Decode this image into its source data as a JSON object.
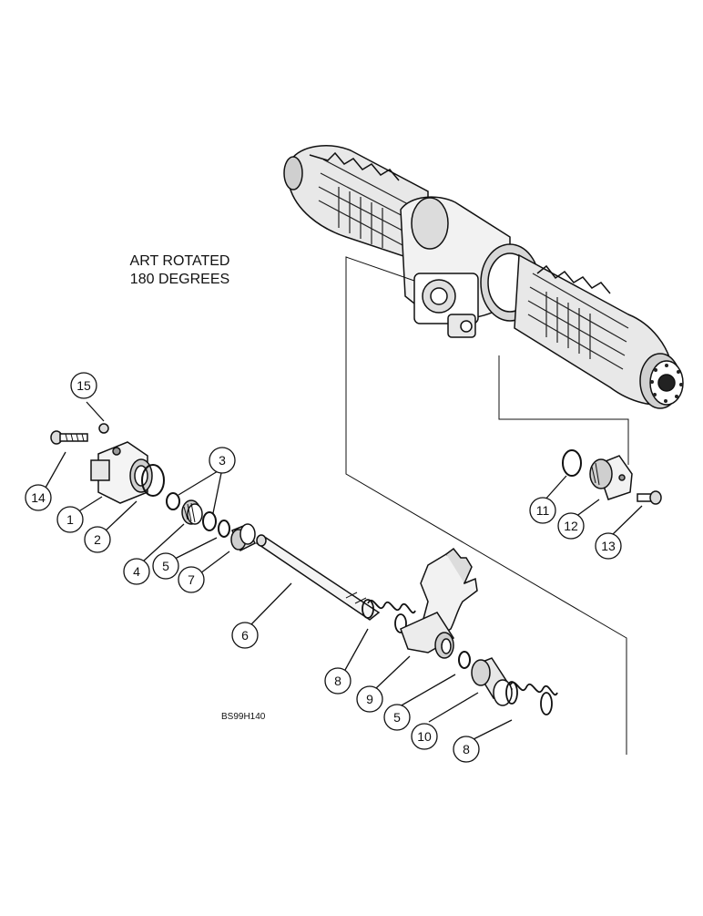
{
  "notes": {
    "rotation_line1": "ART ROTATED",
    "rotation_line2": "180 DEGREES",
    "drawing_code": "BS99H140"
  },
  "callouts": [
    {
      "id": "callout-15a",
      "label": "15"
    },
    {
      "id": "callout-3",
      "label": "3"
    },
    {
      "id": "callout-14",
      "label": "14"
    },
    {
      "id": "callout-1",
      "label": "1"
    },
    {
      "id": "callout-2",
      "label": "2"
    },
    {
      "id": "callout-4",
      "label": "4"
    },
    {
      "id": "callout-5a",
      "label": "5"
    },
    {
      "id": "callout-7",
      "label": "7"
    },
    {
      "id": "callout-6",
      "label": "6"
    },
    {
      "id": "callout-8a",
      "label": "8"
    },
    {
      "id": "callout-9",
      "label": "9"
    },
    {
      "id": "callout-5b",
      "label": "5"
    },
    {
      "id": "callout-10",
      "label": "10"
    },
    {
      "id": "callout-8b",
      "label": "8"
    },
    {
      "id": "callout-11",
      "label": "11"
    },
    {
      "id": "callout-12",
      "label": "12"
    },
    {
      "id": "callout-13",
      "label": "13"
    }
  ],
  "colors": {
    "line": "#111111",
    "fill": "#ffffff",
    "shade": "#bdbdbd",
    "dark": "#555555"
  }
}
